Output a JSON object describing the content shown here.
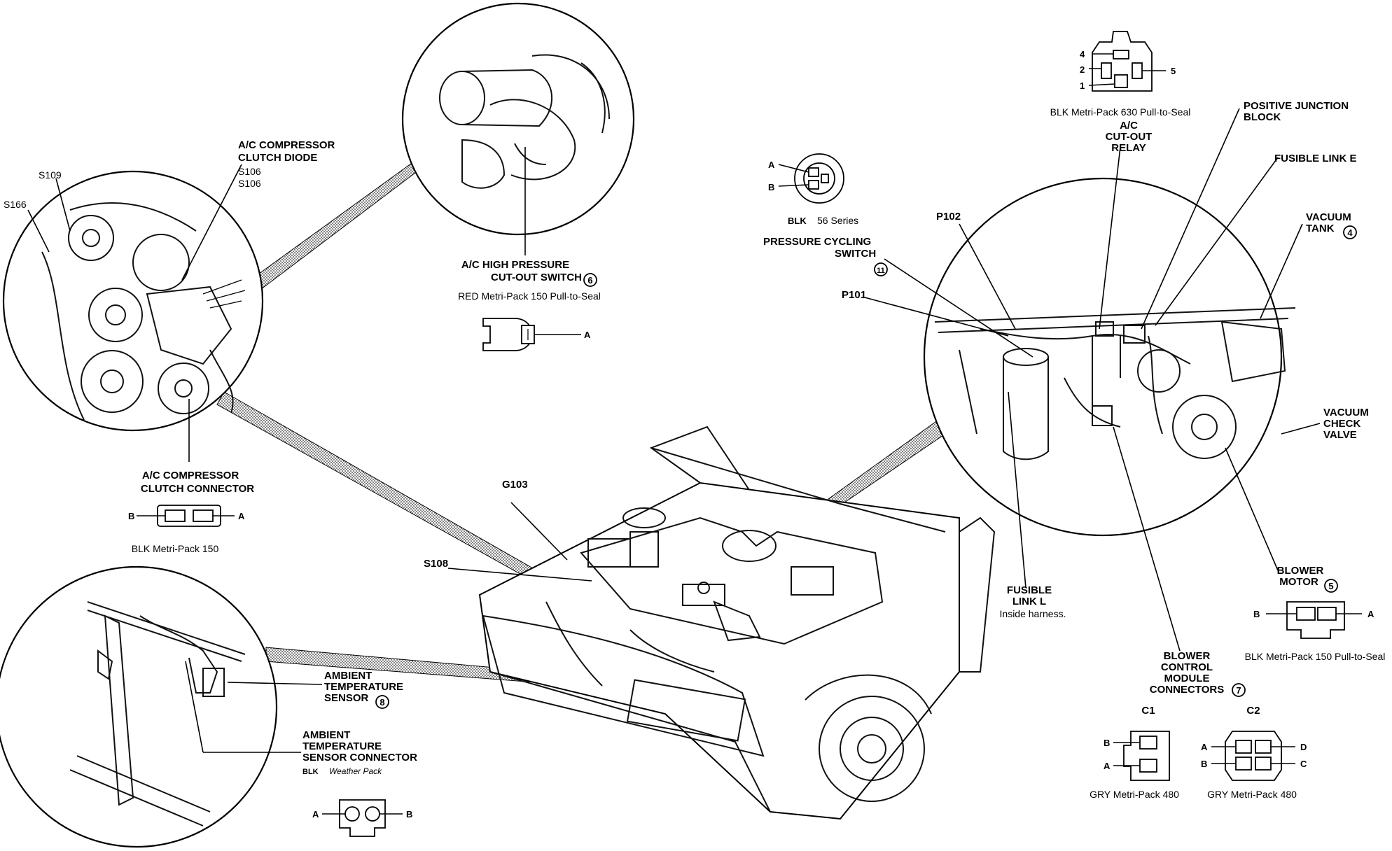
{
  "labels": {
    "ac_comp_diode": [
      "A/C COMPRESSOR",
      "CLUTCH DIODE"
    ],
    "s106_a": "S106",
    "s106_b": "S106",
    "s109": "S109",
    "s166": "S166",
    "ac_comp_connector": [
      "A/C COMPRESSOR",
      "CLUTCH CONNECTOR"
    ],
    "blk_mp150": "BLK Metri-Pack 150",
    "ac_high_pressure": [
      "A/C HIGH PRESSURE",
      "CUT-OUT SWITCH"
    ],
    "ac_high_pressure_num": "6",
    "red_mp150": "RED Metri-Pack 150 Pull-to-Seal",
    "blk_56": "BLK",
    "series_56": "56 Series",
    "pressure_cycling": [
      "PRESSURE CYCLING",
      "SWITCH"
    ],
    "pressure_cycling_num": "11",
    "p102": "P102",
    "p101": "P101",
    "blk_mp630": "BLK Metri-Pack 630 Pull-to-Seal",
    "ac_cutout_relay": [
      "A/C",
      "CUT-OUT",
      "RELAY"
    ],
    "positive_junction": [
      "POSITIVE JUNCTION",
      "BLOCK"
    ],
    "fusible_link_e": "FUSIBLE LINK E",
    "vacuum_tank": [
      "VACUUM",
      "TANK"
    ],
    "vacuum_tank_num": "4",
    "vacuum_check": [
      "VACUUM",
      "CHECK",
      "VALVE"
    ],
    "g103": "G103",
    "s108": "S108",
    "fusible_link_l": [
      "FUSIBLE",
      "LINK L"
    ],
    "inside_harness": "Inside harness.",
    "blower_motor": [
      "BLOWER",
      "MOTOR"
    ],
    "blower_motor_num": "5",
    "blk_mp150_pts": "BLK Metri-Pack 150 Pull-to-Seal",
    "blower_control": [
      "BLOWER",
      "CONTROL",
      "MODULE",
      "CONNECTORS"
    ],
    "blower_control_num": "7",
    "c1": "C1",
    "c2": "C2",
    "gry_mp480_a": "GRY Metri-Pack 480",
    "gry_mp480_b": "GRY Metri-Pack 480",
    "ambient_sensor": [
      "AMBIENT",
      "TEMPERATURE",
      "SENSOR"
    ],
    "ambient_sensor_num": "8",
    "ambient_connector": [
      "AMBIENT",
      "TEMPERATURE",
      "SENSOR CONNECTOR"
    ],
    "blk_weather": "BLK",
    "weather_pack": "Weather Pack"
  },
  "pins": {
    "a": "A",
    "b": "B",
    "c": "C",
    "d": "D",
    "n1": "1",
    "n2": "2",
    "n4": "4",
    "n5": "5"
  }
}
